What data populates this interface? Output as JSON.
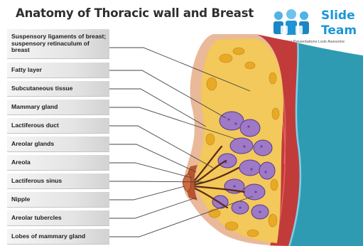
{
  "title": "Anatomy of Thoracic wall and Breast",
  "logo": {
    "word1": "Slide",
    "word2": "Team",
    "tagline": "Making Your Presentations Look Awesome"
  },
  "labels": [
    "Suspensory ligaments of breast; suspensory retinaculum of breast",
    "Fatty layer",
    "Subcutaneous tissue",
    "Mammary gland",
    "Lactiferous duct",
    "Areolar glands",
    "Areola",
    "Lactiferous sinus",
    "Nipple",
    "Areolar tubercles",
    "Lobes of mammary gland"
  ],
  "colors": {
    "skin": "#e9b99a",
    "fat": "#f2c95a",
    "fat_lobule": "#e8a927",
    "gland": "#9d79c6",
    "gland_dot": "#6f43a8",
    "muscle": "#c23b3b",
    "rib": "#8fc9dd",
    "lung": "#2e9bb3",
    "leader": "#444444"
  }
}
